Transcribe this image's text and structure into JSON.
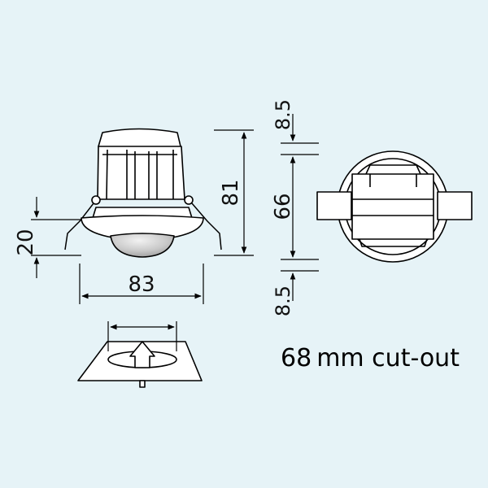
{
  "dimensions": {
    "depth": "20",
    "width": "83",
    "height": "81",
    "body_height": "66",
    "top_margin": "8.5",
    "bottom_margin": "8.5"
  },
  "caption": "68 mm cut-out",
  "colors": {
    "background": "#e6f3f7",
    "line": "#000000",
    "fill": "#ffffff",
    "lens": "#cccccc"
  }
}
